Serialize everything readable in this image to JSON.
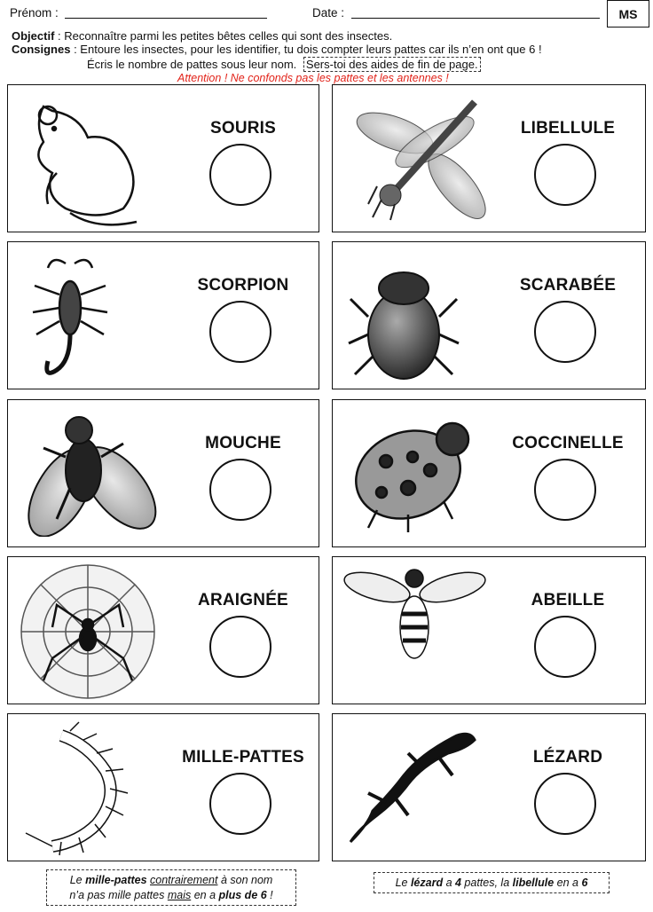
{
  "header": {
    "prenom_label": "Prénom :",
    "date_label": "Date :",
    "level": "MS"
  },
  "instructions": {
    "objectif_label": "Objectif",
    "objectif_text": " : Reconnaître parmi les petites bêtes celles qui sont des insectes.",
    "consignes_label": "Consignes",
    "consignes_text": " : Entoure les insectes, pour les identifier, tu dois compter leurs pattes car ils n’en ont que 6 !",
    "ecris_text": "Écris  le nombre de pattes sous leur nom.",
    "aides_text": "Sers-toi des aides de fin de page.",
    "warning": "Attention ! Ne confonds pas les pattes et les antennes !"
  },
  "cards": [
    {
      "name": "SOURIS",
      "icon": "mouse-icon"
    },
    {
      "name": "LIBELLULE",
      "icon": "dragonfly-icon"
    },
    {
      "name": "SCORPION",
      "icon": "scorpion-icon"
    },
    {
      "name": "SCARABÉE",
      "icon": "beetle-icon"
    },
    {
      "name": "MOUCHE",
      "icon": "fly-icon"
    },
    {
      "name": "COCCINELLE",
      "icon": "ladybug-icon"
    },
    {
      "name": "ARAIGNÉE",
      "icon": "spider-icon"
    },
    {
      "name": "ABEILLE",
      "icon": "bee-icon"
    },
    {
      "name": "MILLE-PATTES",
      "icon": "centipede-icon"
    },
    {
      "name": "LÉZARD",
      "icon": "lizard-icon"
    }
  ],
  "footer": {
    "left": {
      "p1": "Le ",
      "b1": "mille-pattes",
      "p2": " ",
      "u1": "contrairement",
      "p3": " à son nom",
      "p4": "n’a pas mille pattes ",
      "u2": "mais",
      "p5": " en a ",
      "b2": "plus de 6",
      "p6": " !"
    },
    "right": {
      "p1": "Le ",
      "b1": "lézard",
      "p2": " a ",
      "b2": "4",
      "p3": " pattes, la ",
      "b3": "libellule",
      "p4": " en a ",
      "b4": "6"
    }
  }
}
